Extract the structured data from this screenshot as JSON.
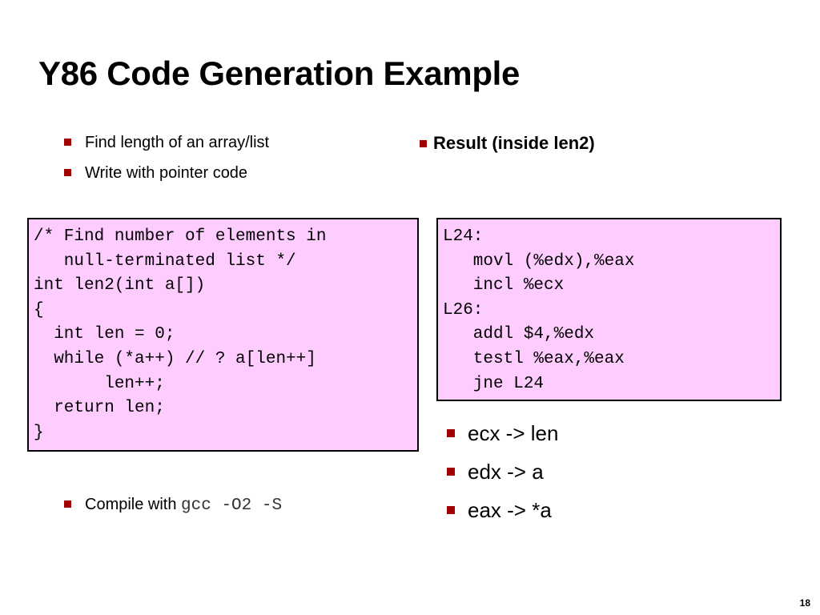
{
  "slide": {
    "title": "Y86 Code Generation Example",
    "page_number": "18"
  },
  "left_bullets": [
    "Find length of an array/list",
    "Write with pointer code"
  ],
  "c_code": {
    "lines": [
      "/* Find number of elements in",
      "   null-terminated list */",
      "int len2(int a[])",
      "{",
      "  int len = 0;",
      "  while (*a++) // ? a[len++]",
      "       len++;",
      "  return len;",
      "}"
    ]
  },
  "compile_note": {
    "prefix": "Compile with ",
    "command": "gcc -O2 -S"
  },
  "result": {
    "heading": "Result (inside len2)",
    "asm_lines": [
      "L24:",
      "   movl (%edx),%eax",
      "   incl %ecx",
      "L26:",
      "   addl $4,%edx",
      "   testl %eax,%eax",
      "   jne L24"
    ],
    "register_map": [
      "ecx -> len",
      "edx -> a",
      "eax -> *a"
    ]
  },
  "colors": {
    "bullet": "#a00000",
    "code_background": "#ffccff"
  }
}
